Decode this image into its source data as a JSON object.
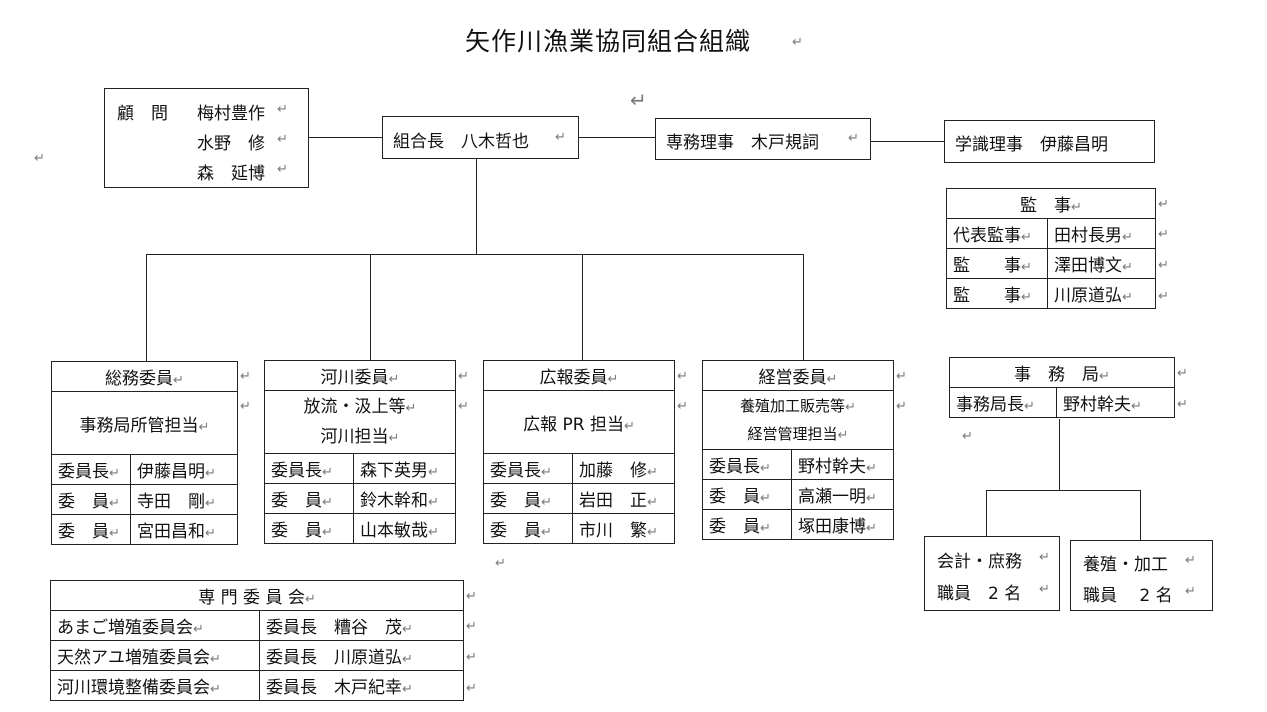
{
  "title": "矢作川漁業協同組合組織",
  "advisors": {
    "label": "顧　問",
    "names": [
      "梅村豊作",
      "水野　修",
      "森　延博"
    ]
  },
  "chairman": "組合長　八木哲也",
  "managing_director": "専務理事　木戸規詞",
  "academic_director": "学識理事　伊藤昌明",
  "auditors": {
    "header": "監　事",
    "rows": [
      {
        "role": "代表監事",
        "name": "田村長男"
      },
      {
        "role": "監　　事",
        "name": "澤田博文"
      },
      {
        "role": "監　　事",
        "name": "川原道弘"
      }
    ]
  },
  "committees": [
    {
      "header": "総務委員",
      "desc": [
        "事務局所管担当"
      ],
      "members": [
        {
          "role": "委員長",
          "name": "伊藤昌明"
        },
        {
          "role": "委　員",
          "name": "寺田　剛"
        },
        {
          "role": "委　員",
          "name": "宮田昌和"
        }
      ]
    },
    {
      "header": "河川委員",
      "desc": [
        "放流・汲上等",
        "河川担当"
      ],
      "members": [
        {
          "role": "委員長",
          "name": "森下英男"
        },
        {
          "role": "委　員",
          "name": "鈴木幹和"
        },
        {
          "role": "委　員",
          "name": "山本敏哉"
        }
      ]
    },
    {
      "header": "広報委員",
      "desc": [
        "広報 PR 担当"
      ],
      "members": [
        {
          "role": "委員長",
          "name": "加藤　修"
        },
        {
          "role": "委　員",
          "name": "岩田　正"
        },
        {
          "role": "委　員",
          "name": "市川　繁"
        }
      ]
    },
    {
      "header": "経営委員",
      "desc": [
        "養殖加工販売等",
        "経営管理担当"
      ],
      "members": [
        {
          "role": "委員長",
          "name": "野村幹夫"
        },
        {
          "role": "委　員",
          "name": "高瀬一明"
        },
        {
          "role": "委　員",
          "name": "塚田康博"
        }
      ]
    }
  ],
  "secretariat": {
    "header": "事　務　局",
    "chief_role": "事務局長",
    "chief_name": "野村幹夫"
  },
  "staff_groups": [
    {
      "line1": "会計・庶務",
      "line2": "職員　2 名"
    },
    {
      "line1": "養殖・加工",
      "line2": "職員　 2 名"
    }
  ],
  "special_committees": {
    "header": "専 門 委 員 会",
    "rows": [
      {
        "name": "あまご増殖委員会",
        "chair": "委員長　糟谷　茂"
      },
      {
        "name": "天然アユ増殖委員会",
        "chair": "委員長　川原道弘"
      },
      {
        "name": "河川環境整備委員会",
        "chair": "委員長　木戸紀幸"
      }
    ]
  }
}
